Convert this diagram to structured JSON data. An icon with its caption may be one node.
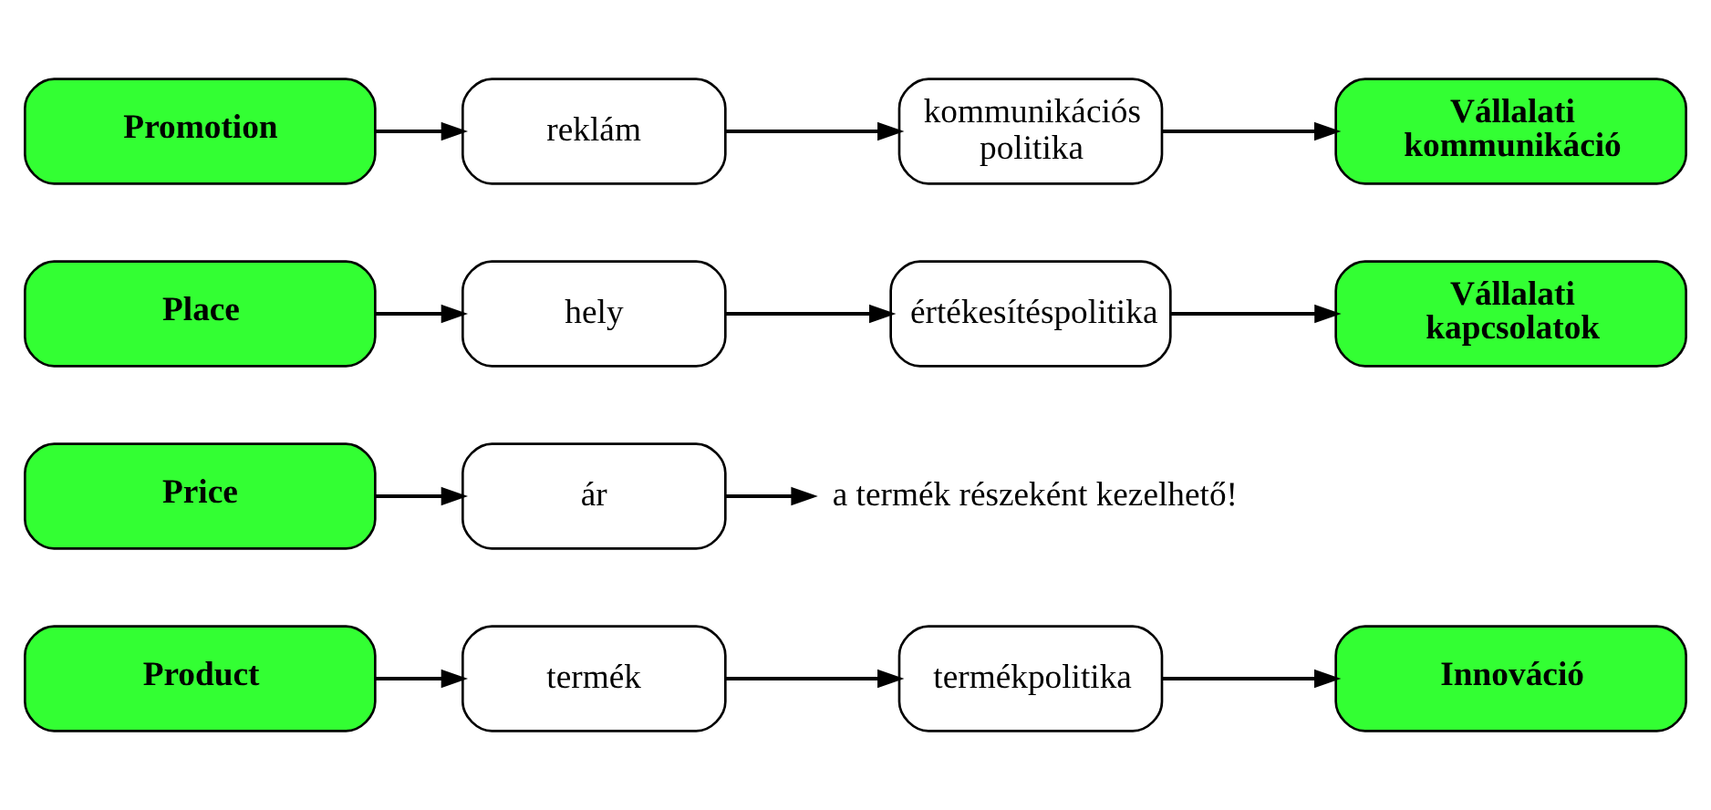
{
  "diagram": {
    "nodes": [
      {
        "text": [
          "Product"
        ]
      },
      {
        "text": [
          "termék"
        ]
      },
      {
        "text": [
          "termékpolitika"
        ]
      },
      {
        "text": [
          "Innováció"
        ]
      },
      {
        "text": [
          "Price"
        ]
      },
      {
        "text": [
          "ár"
        ]
      },
      {
        "text": [
          "a termék részeként kezelhető!"
        ]
      },
      {
        "text": [
          "Place"
        ]
      },
      {
        "text": [
          "hely"
        ]
      },
      {
        "text": [
          "értékesítéspolitika"
        ]
      },
      {
        "text": [
          "Vállalati kapcsolatok"
        ]
      },
      {
        "text": [
          "Promotion"
        ]
      },
      {
        "text": [
          "reklám"
        ]
      },
      {
        "text": [
          "kommunikációs politika"
        ]
      },
      {
        "text": [
          "Vállalati kommunikáció"
        ]
      }
    ],
    "edges": [
      {
        "from": 0,
        "to": 1,
        "arrow": "to"
      },
      {
        "from": 1,
        "to": 2,
        "arrow": "to"
      },
      {
        "from": 2,
        "to": 3,
        "arrow": "to"
      },
      {
        "from": 4,
        "to": 5,
        "arrow": "to"
      },
      {
        "from": 5,
        "to": 6,
        "arrow": "to"
      },
      {
        "from": 7,
        "to": 8,
        "arrow": "to"
      },
      {
        "from": 8,
        "to": 9,
        "arrow": "to"
      },
      {
        "from": 9,
        "to": 10,
        "arrow": "to"
      },
      {
        "from": 11,
        "to": 12,
        "arrow": "to"
      },
      {
        "from": 12,
        "to": 13,
        "arrow": "to"
      },
      {
        "from": 13,
        "to": 14,
        "arrow": "to"
      }
    ]
  }
}
